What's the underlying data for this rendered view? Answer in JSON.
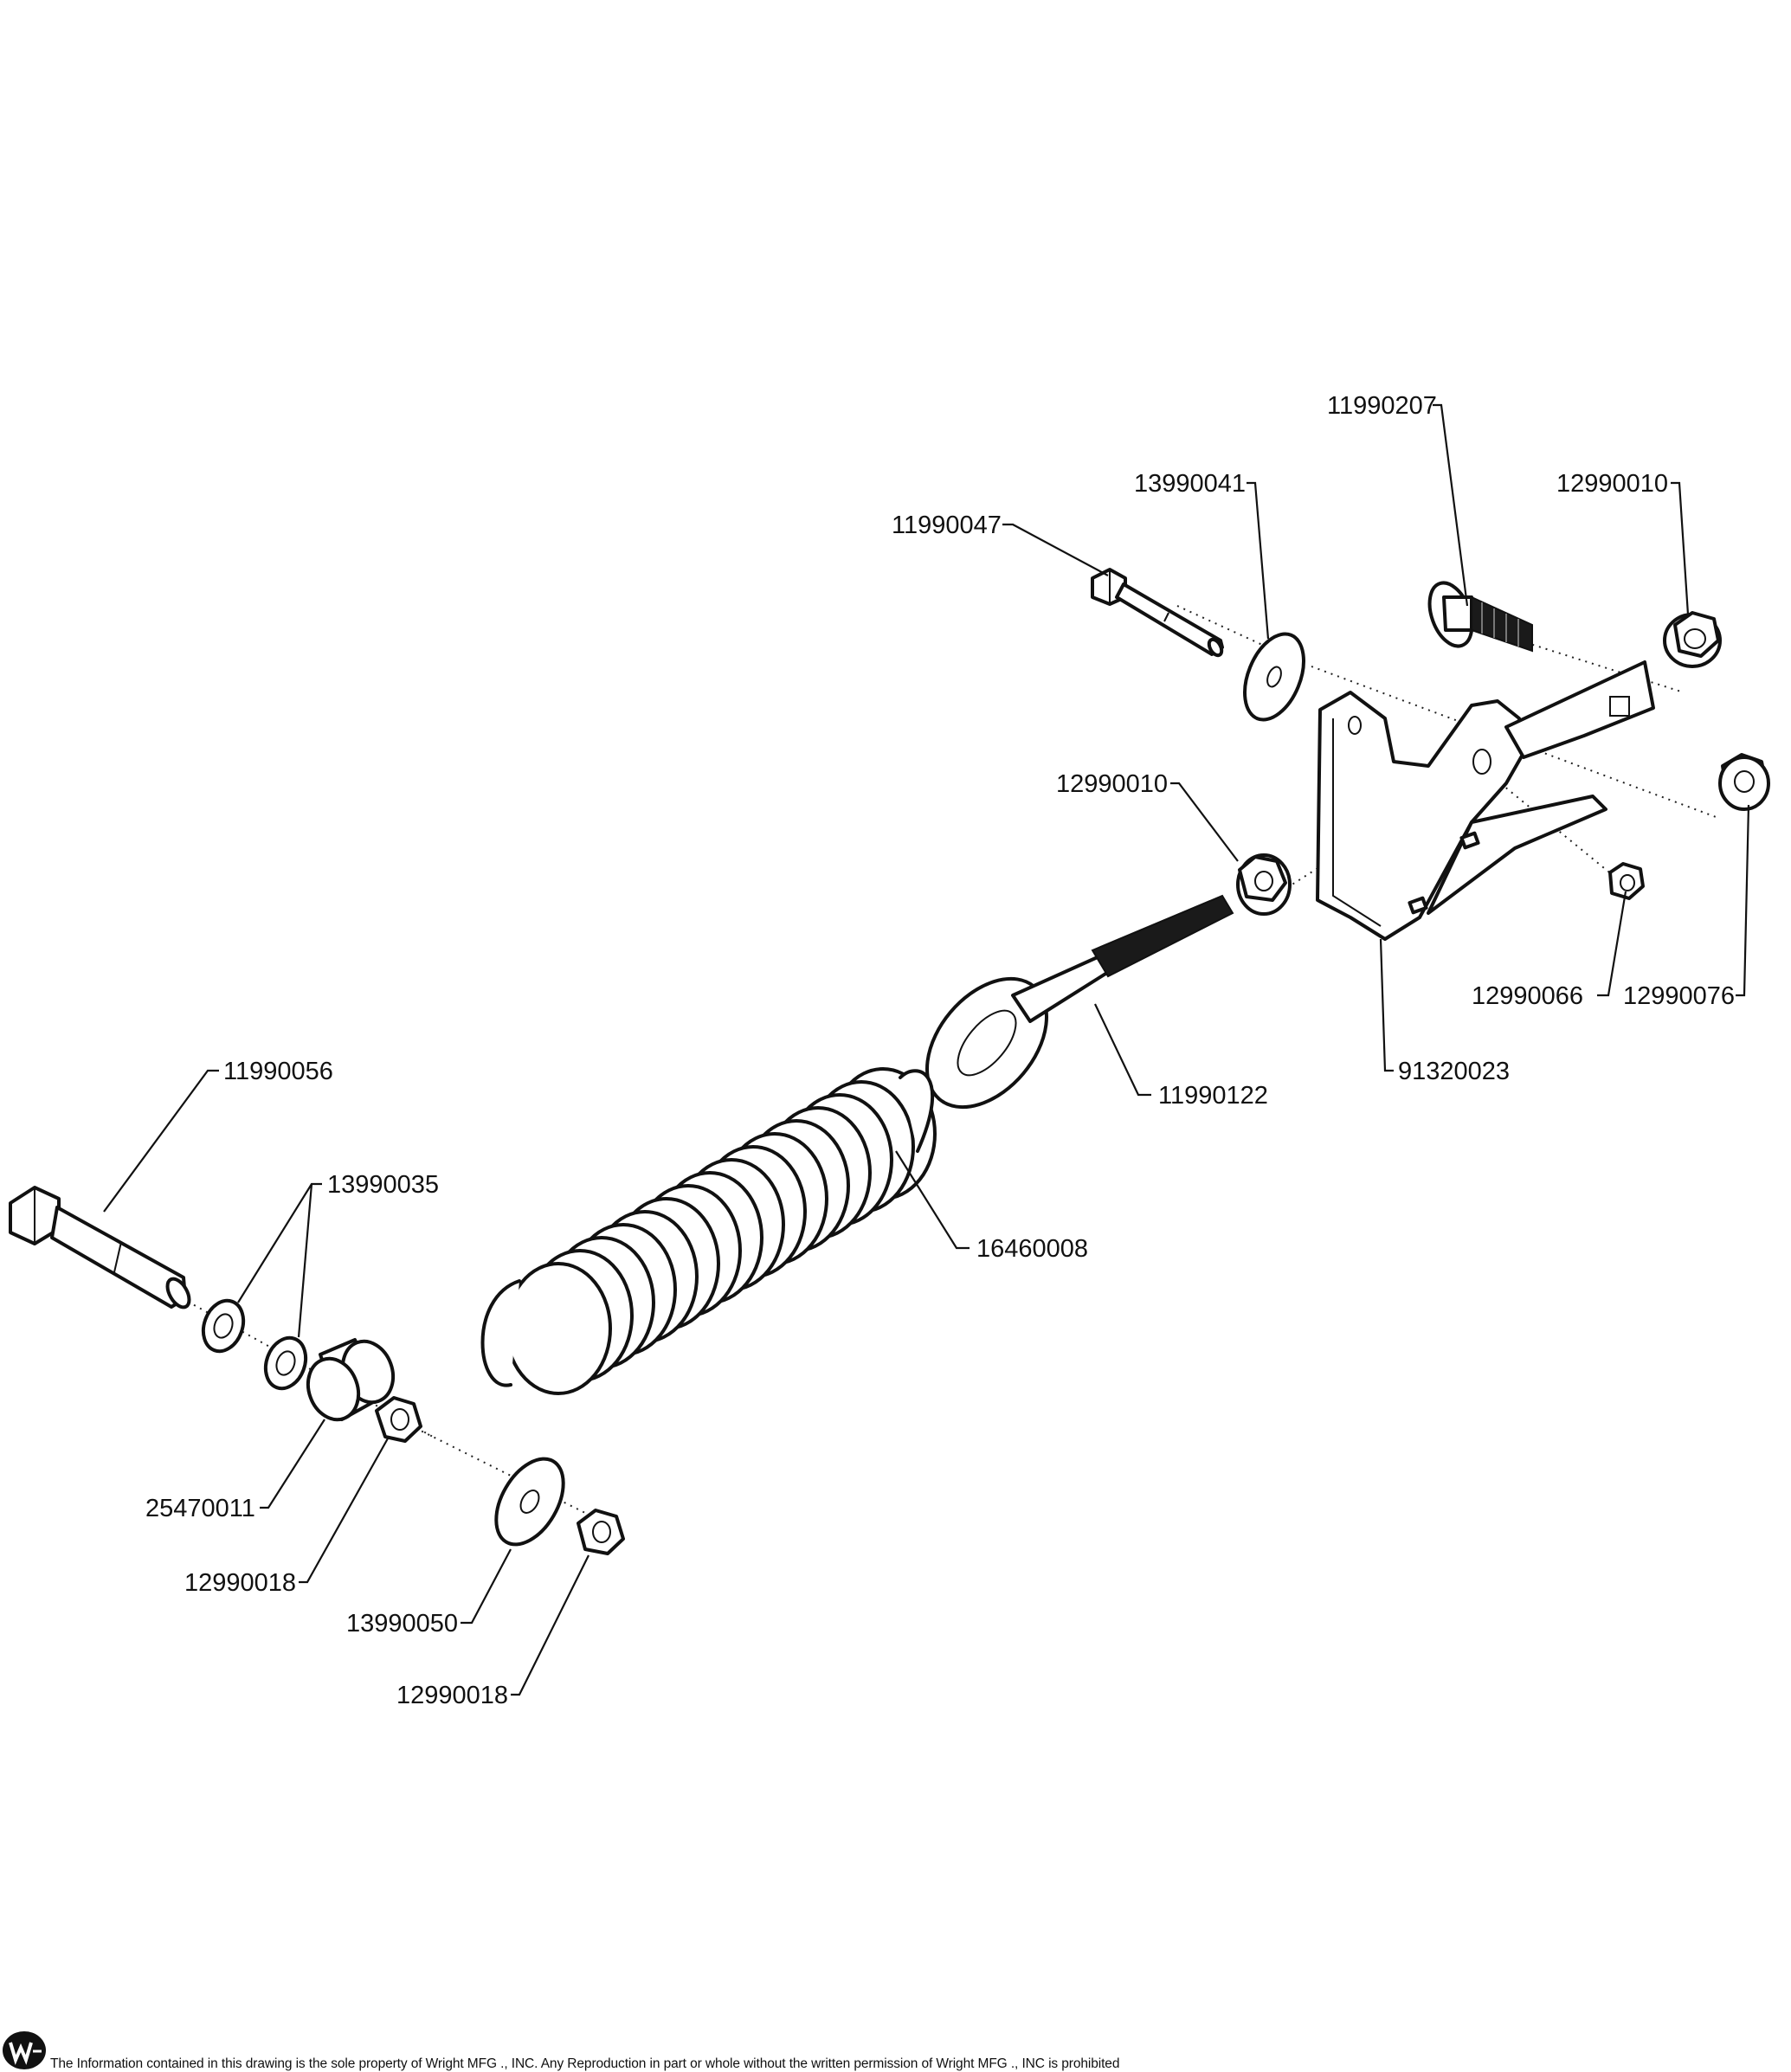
{
  "callouts": {
    "c11990207": "11990207",
    "c13990041": "13990041",
    "c12990010_top": "12990010",
    "c11990047": "11990047",
    "c12990010_mid": "12990010",
    "c12990066": "12990066",
    "c12990076": "12990076",
    "c91320023": "91320023",
    "c11990122": "11990122",
    "c11990056": "11990056",
    "c13990035": "13990035",
    "c16460008": "16460008",
    "c25470011": "25470011",
    "c12990018_a": "12990018",
    "c13990050": "13990050",
    "c12990018_b": "12990018"
  },
  "footer": {
    "notice": "The Information contained in this drawing is the sole property of Wright MFG ., INC. Any Reproduction in part or whole without the written permission of Wright MFG ., INC is prohibited"
  },
  "logo": {
    "icon": "wright-w-logo"
  }
}
